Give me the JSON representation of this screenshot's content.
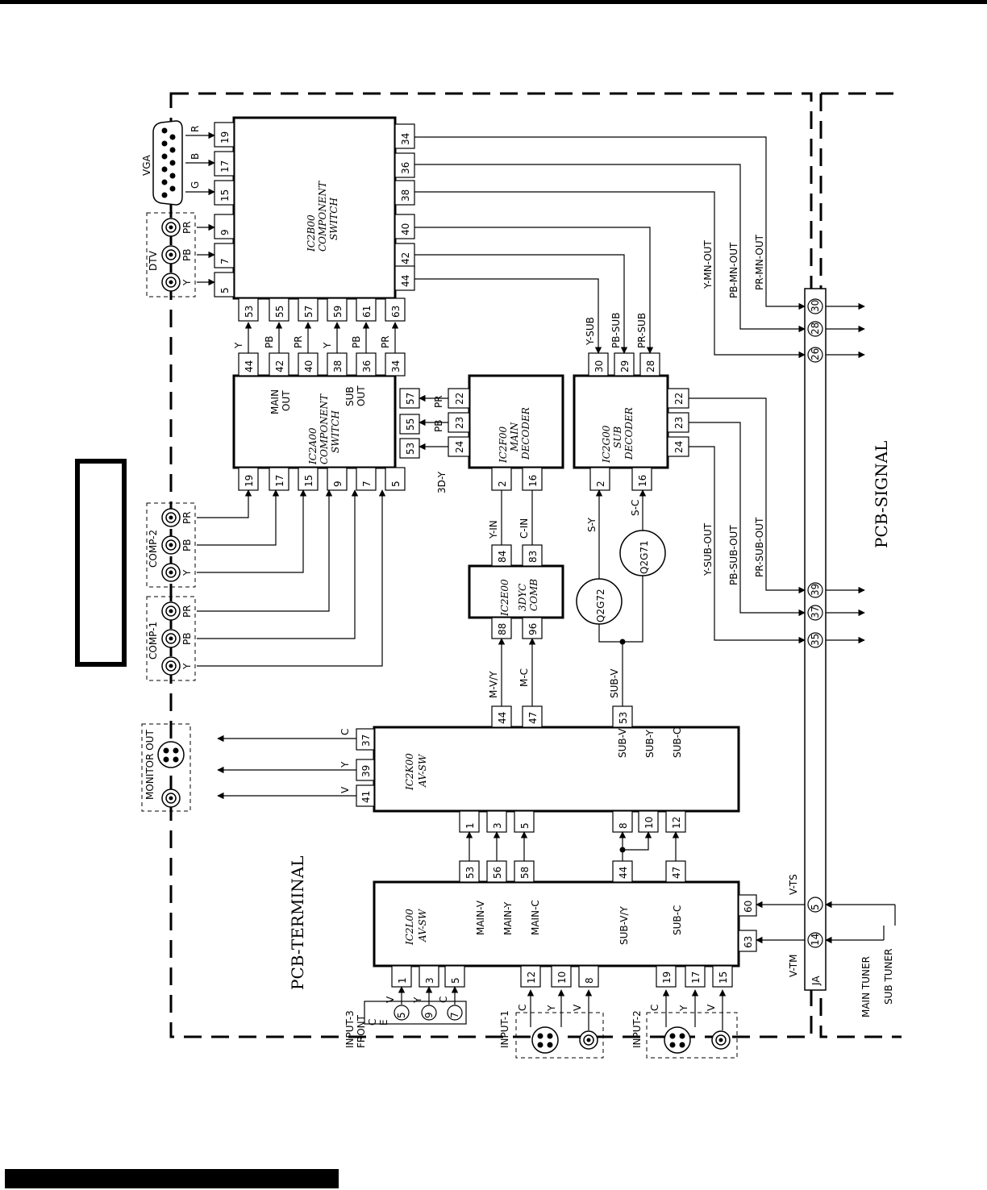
{
  "boards": {
    "terminal": "PCB-TERMINAL",
    "signal": "PCB-SIGNAL"
  },
  "connectors": {
    "vga": "VGA",
    "dtv": "DTV",
    "comp1": "COMP-1",
    "comp2": "COMP-2",
    "monitor_out": "MONITOR OUT",
    "input3": "INPUT-3",
    "front": "FRONT",
    "input1": "INPUT-1",
    "input2": "INPUT-2",
    "ja": "JA"
  },
  "chips": {
    "ic2b00": [
      "IC2B00",
      "COMPONENT",
      "SWITCH"
    ],
    "ic2a00": [
      "IC2A00",
      "COMPONENT",
      "SWITCH"
    ],
    "ic2f00": [
      "IC2F00",
      "MAIN",
      "DECODER"
    ],
    "ic2g00": [
      "IC2G00",
      "SUB",
      "DECODER"
    ],
    "ic2e00": [
      "IC2E00",
      "3DYC",
      "COMB"
    ],
    "ic2k00": [
      "IC2K00",
      "AV-SW"
    ],
    "ic2l00": [
      "IC2L00",
      "AV-SW"
    ]
  },
  "transistors": {
    "q2g71": "Q2G71",
    "q2g72": "Q2G72"
  },
  "labels": {
    "main_out": [
      "MAIN",
      "OUT"
    ],
    "sub_out": [
      "SUB",
      "OUT"
    ],
    "y_mn_out": "Y-MN-OUT",
    "pb_mn_out": "PB-MN-OUT",
    "pr_mn_out": "PR-MN-OUT",
    "y_sub_out": "Y-SUB-OUT",
    "pb_sub_out": "PB-SUB-OUT",
    "pr_sub_out": "PR-SUB-OUT",
    "y_sub": "Y-SUB",
    "pb_sub": "PB-SUB",
    "pr_sub": "PR-SUB",
    "three_d_y": "3D-Y",
    "y_in": "Y-IN",
    "c_in": "C-IN",
    "s_y": "S-Y",
    "s_c": "S-C",
    "m_vy": "M-V/Y",
    "m_c": "M-C",
    "sub_v_net": "SUB-V",
    "main_v": "MAIN-V",
    "main_y": "MAIN-Y",
    "main_c": "MAIN-C",
    "sub_vy": "SUB-V/Y",
    "sub_c": "SUB-C",
    "sub_v": "SUB-V",
    "sub_y": "SUB-Y",
    "v_ts": "V-TS",
    "v_tm": "V-TM",
    "main_tuner": "MAIN TUNER",
    "sub_tuner": "SUB TUNER",
    "r": "R",
    "g": "G",
    "b": "B",
    "y": "Y",
    "pb": "PB",
    "pr": "PR",
    "c": "C",
    "v": "V",
    "e": "E"
  },
  "pins": {
    "b00_left": [
      "19",
      "17",
      "15",
      "9",
      "7",
      "5"
    ],
    "b00_right": [
      "34",
      "36",
      "38",
      "40",
      "42",
      "44"
    ],
    "b00_bottom": [
      "53",
      "55",
      "57",
      "59",
      "61",
      "63"
    ],
    "a00_top": [
      "44",
      "42",
      "40",
      "38",
      "36",
      "34"
    ],
    "a00_bottom": [
      "19",
      "17",
      "15",
      "9",
      "7",
      "5"
    ],
    "a00_right": [
      "57",
      "55",
      "53"
    ],
    "f00_top": [
      "22",
      "23",
      "24"
    ],
    "f00_bottom": [
      "2",
      "16"
    ],
    "g00_top": [
      "30",
      "29",
      "28"
    ],
    "g00_right": [
      "22",
      "23",
      "24"
    ],
    "g00_bottom": [
      "2",
      "16"
    ],
    "e00_top": [
      "84",
      "83"
    ],
    "e00_bottom": [
      "88",
      "96"
    ],
    "k00_top": [
      "44",
      "47",
      "53"
    ],
    "k00_left": [
      "37",
      "39",
      "41"
    ],
    "k00_bottom": [
      "1",
      "3",
      "5",
      "8",
      "10",
      "12"
    ],
    "l00_top": [
      "53",
      "56",
      "58",
      "44",
      "47"
    ],
    "l00_right": [
      "60",
      "63"
    ],
    "l00_bottom": [
      "1",
      "3",
      "5",
      "12",
      "10",
      "8",
      "19",
      "17",
      "15"
    ],
    "ja": [
      "30",
      "28",
      "26",
      "39",
      "37",
      "35",
      "5",
      "14"
    ],
    "input3_pins": [
      "5",
      "9",
      "7"
    ]
  }
}
